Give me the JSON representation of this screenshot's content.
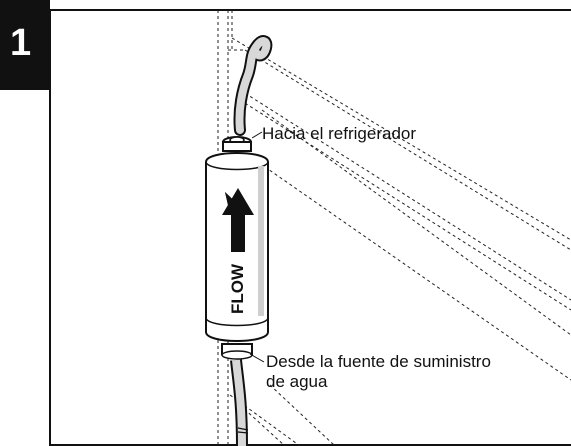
{
  "step": {
    "number": "1"
  },
  "filter": {
    "arrow_text": "FLOW"
  },
  "labels": {
    "to_refrigerator": "Hacia el refrigerador",
    "from_supply_line1": "Desde la fuente de suministro",
    "from_supply_line2": "de agua"
  },
  "colors": {
    "ink": "#111111",
    "paper": "#ffffff"
  }
}
